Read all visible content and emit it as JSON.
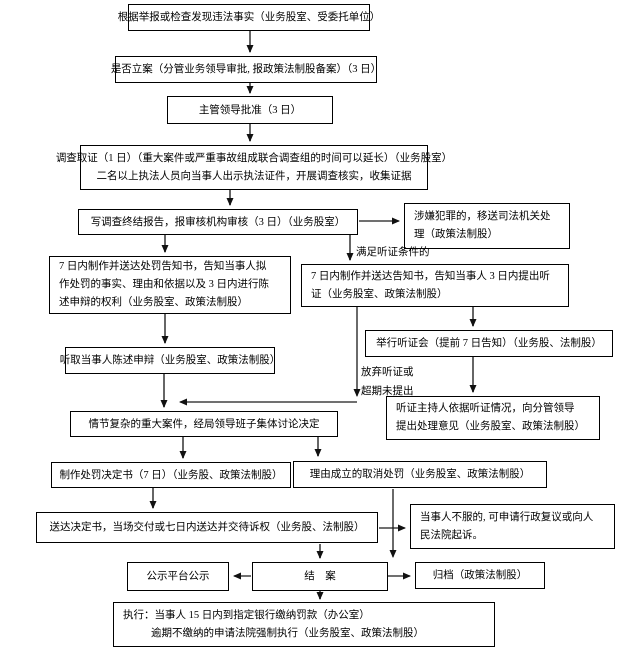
{
  "diagram": {
    "title_hint": "行政处罚流程图",
    "colors": {
      "border": "#000000",
      "main_flow_line": "#666666",
      "thin_line": "#1a1a1a",
      "background": "#ffffff"
    },
    "nodes": {
      "report": {
        "lines": [
          "根据举报或检查发现违法事实（业务股室、受委托单位）"
        ]
      },
      "case_filing": {
        "lines": [
          "是否立案（分管业务领导审批, 报政策法制股备案）（3 日）"
        ]
      },
      "leader_approval": {
        "lines": [
          "主管领导批准（3 日）"
        ]
      },
      "investigation": {
        "lines": [
          "调查取证（1 日）（重大案件或严重事故组成联合调查组的时间可以延长）（业务股室）",
          "二名以上执法人员向当事人出示执法证件，开展调查核实，收集证据"
        ]
      },
      "final_report": {
        "lines": [
          "写调查终结报告，报审核机构审核（3 日）（业务股室）"
        ]
      },
      "criminal_transfer": {
        "lines": [
          "涉嫌犯罪的，移送司法机关处",
          "理（政策法制股）"
        ]
      },
      "penalty_notice": {
        "lines": [
          "7 日内制作并送达处罚告知书，告知当事人拟",
          "作处罚的事实、理由和依据以及 3 日内进行陈",
          "述申辩的权利（业务股室、政策法制股）"
        ]
      },
      "hearing_notice": {
        "lines": [
          "7 日内制作并送达告知书，告知当事人 3 日内提出听",
          "证（业务股室、政策法制股）"
        ]
      },
      "hearing_meeting": {
        "lines": [
          "举行听证会（提前 7 日告知）（业务股、法制股）"
        ]
      },
      "statement_listen": {
        "lines": [
          "听取当事人陈述申辩（业务股室、政策法制股）"
        ]
      },
      "hearing_host": {
        "lines": [
          "听证主持人依据听证情况，向分管领导",
          "提出处理意见（业务股室、政策法制股）"
        ]
      },
      "major_case": {
        "lines": [
          "情节复杂的重大案件，经局领导班子集体讨论决定"
        ]
      },
      "penalty_decision": {
        "lines": [
          "制作处罚决定书（7 日）（业务股、政策法制股）"
        ]
      },
      "cancel_penalty": {
        "lines": [
          "理由成立的取消处罚（业务股室、政策法制股）"
        ]
      },
      "deliver_decision": {
        "lines": [
          "送达决定书，当场交付或七日内送达并交待诉权（业务股、法制股）"
        ]
      },
      "dissent": {
        "lines": [
          "当事人不服的, 可申请行政复议或向人",
          "民法院起诉。"
        ]
      },
      "publicity": {
        "lines": [
          "公示平台公示"
        ]
      },
      "case_close": {
        "lines": [
          "结　案"
        ]
      },
      "archive": {
        "lines": [
          "归档（政策法制股）"
        ]
      },
      "execution": {
        "lines": [
          "执行：当事人 15 日内到指定银行缴纳罚款（办公室）",
          "逾期不缴纳的申请法院强制执行（业务股室、政策法制股）"
        ]
      }
    },
    "labels": {
      "hearing_condition": "满足听证条件的",
      "waive_1": "放弃听证或",
      "waive_2": "超期未提出"
    }
  }
}
